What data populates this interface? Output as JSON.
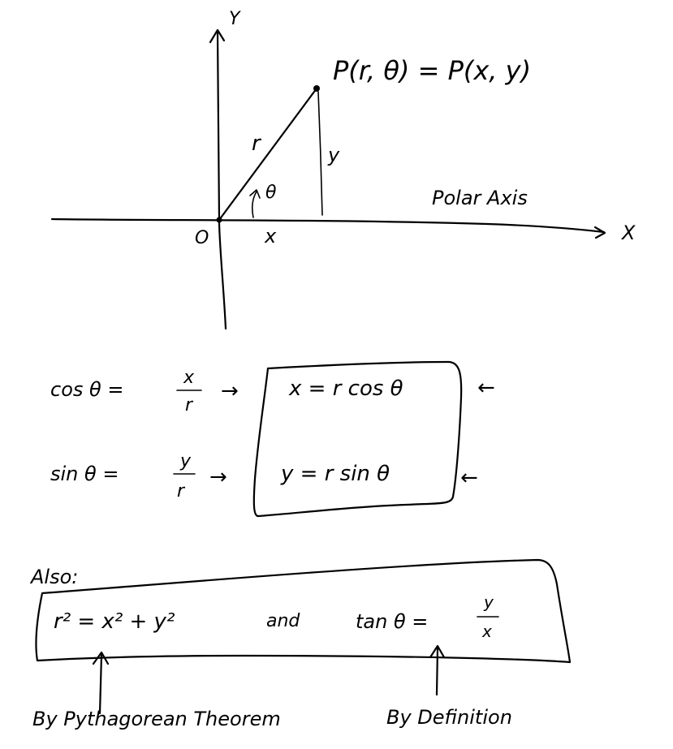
{
  "diagram": {
    "y_axis_label": "Y",
    "x_axis_label": "X",
    "origin_label": "O",
    "point_label": "P(r, θ) = P(x, y)",
    "radius_label": "r",
    "vertical_label": "y",
    "horizontal_label": "x",
    "angle_label": "θ",
    "polar_axis_label": "Polar Axis"
  },
  "equations": {
    "cos_def": "cos θ  =",
    "cos_num": "x",
    "cos_den": "r",
    "cos_result": "x  =  r cos θ",
    "sin_def": "sin θ  =",
    "sin_num": "y",
    "sin_den": "r",
    "sin_result": "y  =   r sin θ",
    "arrow": "→",
    "back_arrow": "←"
  },
  "also": {
    "label": "Also:",
    "pyth": "r² = x² + y²",
    "and": "and",
    "tan_def": "tan θ  =",
    "tan_num": "y",
    "tan_den": "x",
    "pyth_note": "By Pythagorean Theorem",
    "def_note": "By Definition"
  }
}
